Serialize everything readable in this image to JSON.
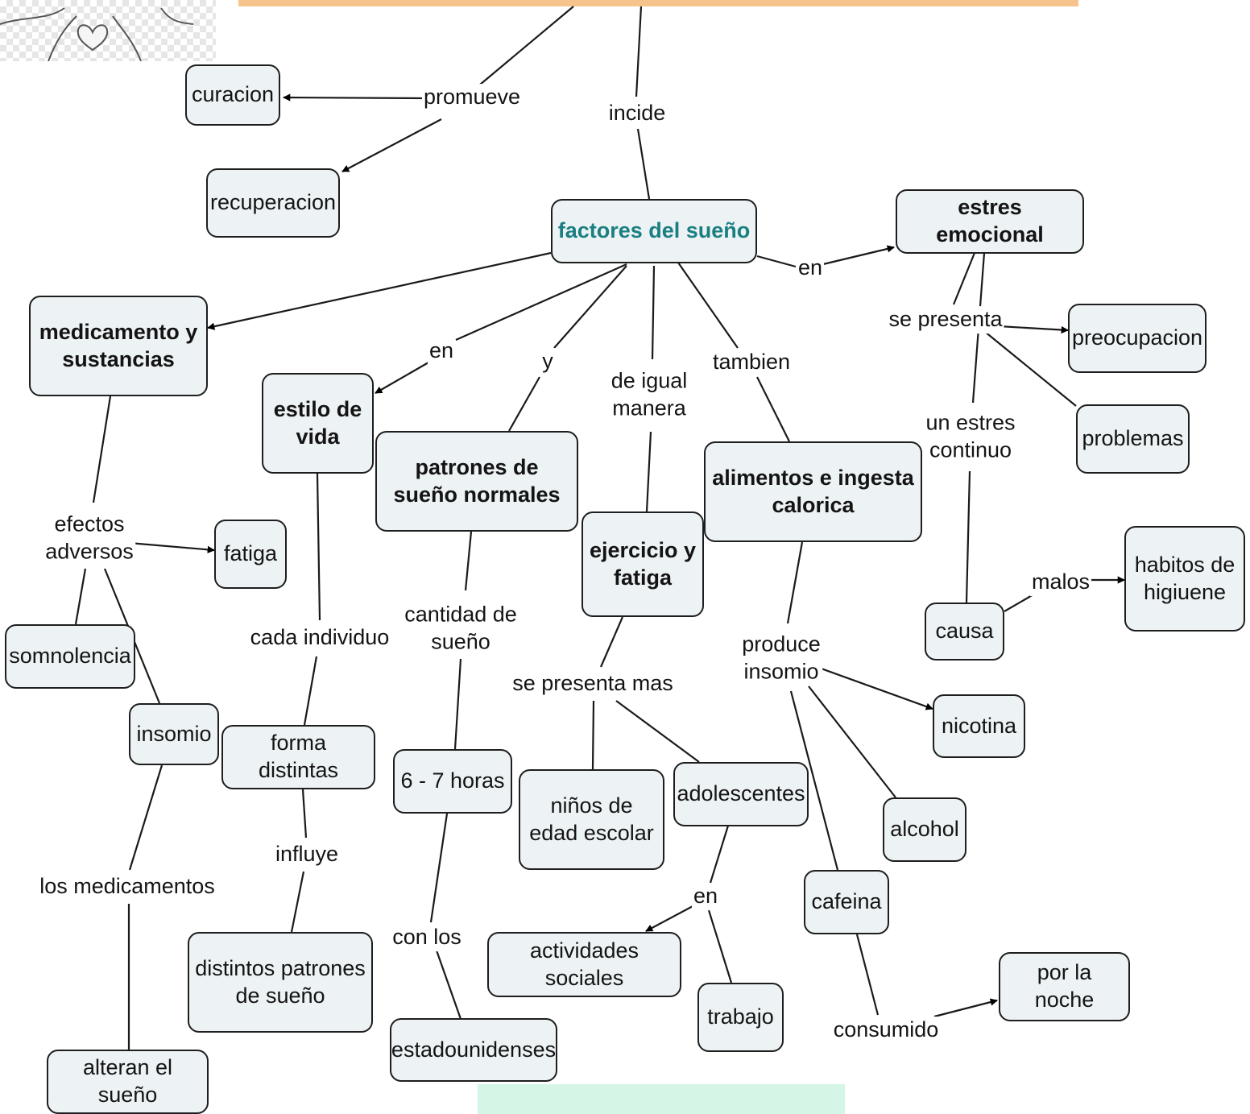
{
  "colors": {
    "banner": "#f7c38c",
    "node_fill": "#edf2f4",
    "node_border": "#1e1e1e",
    "central_text": "#1a7f82",
    "bottom_patch": "#d5f5e6"
  },
  "nodes": {
    "curacion": "curacion",
    "recuperacion": "recuperacion",
    "factores": "factores del sueño",
    "estres": "estres emocional",
    "medicamento": "medicamento y sustancias",
    "preocupacion": "preocupacion",
    "problemas": "problemas",
    "estilo": "estilo de vida",
    "patrones": "patrones de sueño normales",
    "alimentos": "alimentos e ingesta calorica",
    "ejercicio": "ejercicio y fatiga",
    "fatiga": "fatiga",
    "habitos": "habitos de higiuene",
    "causa": "causa",
    "somnolencia": "somnolencia",
    "nicotina": "nicotina",
    "insomio": "insomio",
    "forma": "forma distintas",
    "horas": "6 - 7 horas",
    "ninos": "niños de edad escolar",
    "adolescentes": "adolescentes",
    "alcohol": "alcohol",
    "cafeina": "cafeina",
    "actividades": "actividades sociales",
    "distintos": "distintos patrones de sueño",
    "trabajo": "trabajo",
    "por_la_noche": "por la noche",
    "estadounidenses": "estadounidenses",
    "alteran": "alteran el sueño"
  },
  "links": {
    "promueve": "promueve",
    "incide": "incide",
    "en_estres": "en",
    "se_presenta": "se presenta",
    "en_estilo": "en",
    "y": "y",
    "de_igual": "de igual\nmanera",
    "tambien": "tambien",
    "un_estres": "un estres\ncontinuo",
    "efectos": "efectos\nadversos",
    "malos": "malos",
    "cada": "cada individuo",
    "cantidad": "cantidad de\nsueño",
    "produce": "produce\ninsomio",
    "se_presenta_mas": "se presenta mas",
    "influye": "influye",
    "en_activ": "en",
    "los_medicamentos": "los medicamentos",
    "con_los": "con los",
    "consumido": "consumido"
  }
}
